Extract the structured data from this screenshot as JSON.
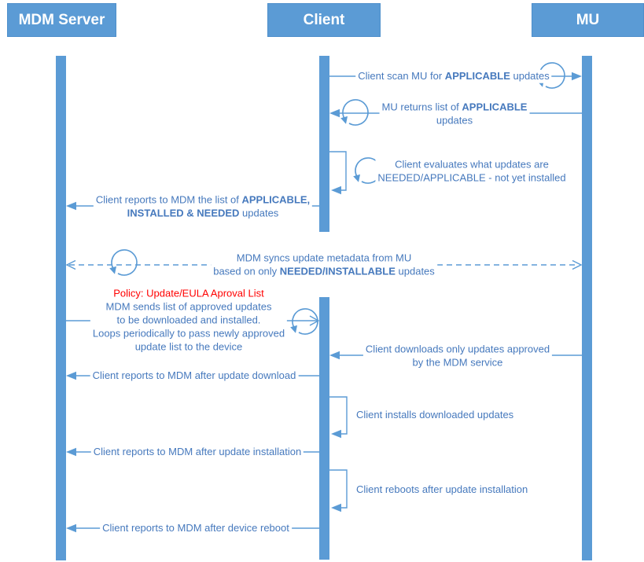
{
  "actors": {
    "mdm": "MDM Server",
    "client": "Client",
    "mu": "MU"
  },
  "colors": {
    "shape_blue": "#5B9BD5",
    "text_blue": "#4679BD",
    "policy_red": "#FF0000",
    "background": "#FFFFFF"
  },
  "icons": {
    "loop": "circular-arrow-loop-icon",
    "solid_arrow": "solid-triangle-arrowhead",
    "open_arrow": "open-chevron-arrowhead"
  },
  "messages": {
    "scan": {
      "pre": "Client scan MU for ",
      "bold": "APPLICABLE",
      "post": " updates"
    },
    "returns": {
      "pre": "MU returns list of ",
      "bold": "APPLICABLE",
      "line2": "updates"
    },
    "evaluate": {
      "line1": "Client evaluates what updates are",
      "line2": "NEEDED/APPLICABLE - not yet installed"
    },
    "report_list": {
      "pre": "Client reports to MDM the list of ",
      "bold1": "APPLICABLE,",
      "bold2": "INSTALLED & NEEDED",
      "post": " updates"
    },
    "sync": {
      "line1": "MDM syncs update metadata from MU",
      "pre2": "based on only ",
      "bold2": "NEEDED/INSTALLABLE",
      "post2": " updates"
    },
    "policy": {
      "title": "Policy: Update/EULA Aproval List",
      "line1": "MDM sends list of approved updates",
      "line2": "to be downloaded and installed.",
      "line3": "Loops periodically to pass newly approved",
      "line4": "update list to the device"
    },
    "download": {
      "line1": "Client downloads only updates approved",
      "line2": "by the MDM service"
    },
    "report_download": {
      "text": "Client reports to MDM after update download"
    },
    "install": {
      "text": "Client installs downloaded updates"
    },
    "report_install": {
      "text": "Client reports to MDM after update installation"
    },
    "reboot": {
      "text": "Client reboots after update installation"
    },
    "report_reboot": {
      "text": "Client reports to MDM after device reboot"
    }
  }
}
